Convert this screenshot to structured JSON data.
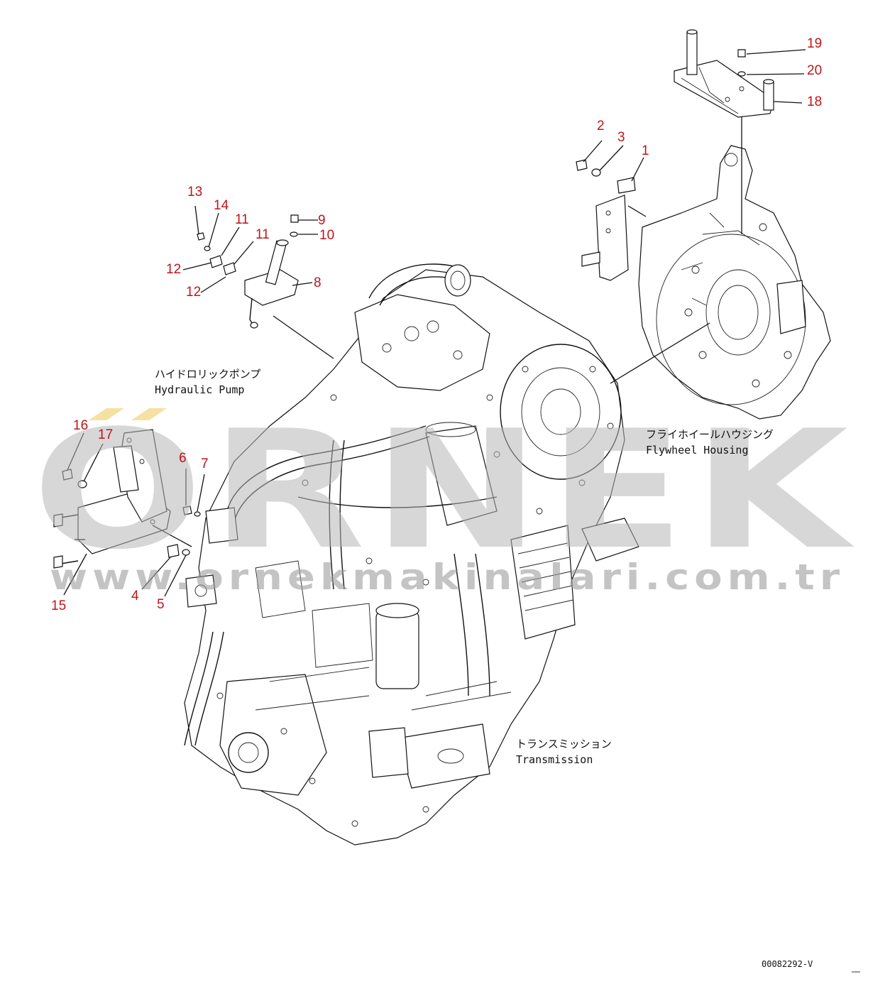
{
  "callouts": [
    {
      "n": "1"
    },
    {
      "n": "2"
    },
    {
      "n": "3"
    },
    {
      "n": "4"
    },
    {
      "n": "5"
    },
    {
      "n": "6"
    },
    {
      "n": "7"
    },
    {
      "n": "8"
    },
    {
      "n": "9"
    },
    {
      "n": "10"
    },
    {
      "n": "11"
    },
    {
      "n": "11"
    },
    {
      "n": "12"
    },
    {
      "n": "12"
    },
    {
      "n": "13"
    },
    {
      "n": "14"
    },
    {
      "n": "15"
    },
    {
      "n": "16"
    },
    {
      "n": "17"
    },
    {
      "n": "18"
    },
    {
      "n": "19"
    },
    {
      "n": "20"
    }
  ],
  "labels": {
    "hydraulic_pump_jp": "ハイドロリックポンプ",
    "hydraulic_pump_en": "Hydraulic Pump",
    "flywheel_housing_jp": "フライホイールハウジング",
    "flywheel_housing_en": "Flywheel Housing",
    "transmission_jp": "トランスミッション",
    "transmission_en": "Transmission"
  },
  "drawing_id": "00082292-V",
  "watermark": {
    "brand": "ORNEK",
    "url": "www.ornekmakinalari.com.tr"
  },
  "colors": {
    "callout": "#c0141a",
    "line": "#111111",
    "watermark": "#b7b7b7",
    "watermark_accent": "#f3d98a"
  }
}
